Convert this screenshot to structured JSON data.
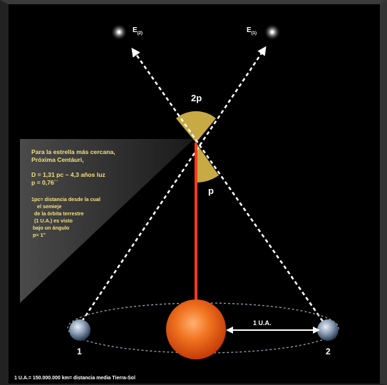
{
  "labels": {
    "star2": "E",
    "star2_sub": "(2)",
    "star1": "E",
    "star1_sub": "(1)",
    "angle_2p": "2p",
    "angle_p": "p",
    "earth1": "1",
    "earth2": "2",
    "au_arrow": "1 U.A."
  },
  "info": {
    "line1": "Para la estrella más cercana,",
    "line2": "Próxima Centáuri,",
    "line3": "D = 1,31 pc ~ 4,3 años luz",
    "line4": "p = 0,76´´",
    "line5": "1pc= distancia desde la cual",
    "line6": "    el semieje",
    "line7": "  de la órbita terrestre",
    "line8": "  (1 U.A.) es visto",
    "line9": " bajo un ángulo",
    "line10": " p= 1\""
  },
  "footer": "1 U.A.= 150.000.000 km= distancia media Tierra-Sol",
  "colors": {
    "background": "#000000",
    "info_text": "#f4e07a",
    "angle_fill": "#d8b84a",
    "sun": "#f06a1a",
    "red_line": "#ff3a1a"
  }
}
